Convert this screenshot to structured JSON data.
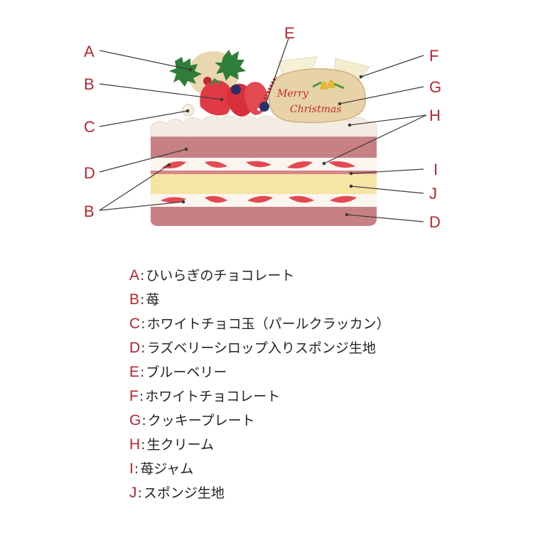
{
  "callouts": {
    "a": "A",
    "b_top": "B",
    "c": "C",
    "d_top": "D",
    "b_bottom": "B",
    "e": "E",
    "f": "F",
    "g": "G",
    "h": "H",
    "i": "I",
    "j": "J",
    "d_bottom": "D"
  },
  "plate_text": {
    "line1": "Merry",
    "line2": "Christmas"
  },
  "legend": [
    {
      "letter": "A",
      "sep": ":",
      "text": "ひいらぎのチョコレート"
    },
    {
      "letter": "B",
      "sep": ":",
      "text": "苺"
    },
    {
      "letter": "C",
      "sep": ":",
      "text": "ホワイトチョコ玉（パールクラッカン）"
    },
    {
      "letter": "D",
      "sep": ":",
      "text": "ラズベリーシロップ入りスポンジ生地"
    },
    {
      "letter": "E",
      "sep": ":",
      "text": "ブルーベリー"
    },
    {
      "letter": "F",
      "sep": ":",
      "text": "ホワイトチョコレート"
    },
    {
      "letter": "G",
      "sep": ":",
      "text": "クッキープレート"
    },
    {
      "letter": "H",
      "sep": ":",
      "text": "生クリーム"
    },
    {
      "letter": "I",
      "sep": ":",
      "text": "苺ジャム"
    },
    {
      "letter": "J",
      "sep": ":",
      "text": "スポンジ生地"
    }
  ],
  "colors": {
    "callout": "#b4262f",
    "sponge_pink": "#c98285",
    "sponge_yellow": "#f6e7a6",
    "cream": "#faf5ef",
    "strawberry": "#e24a52",
    "holly": "#2f7d3a",
    "cookie": "#e8d2a8"
  }
}
